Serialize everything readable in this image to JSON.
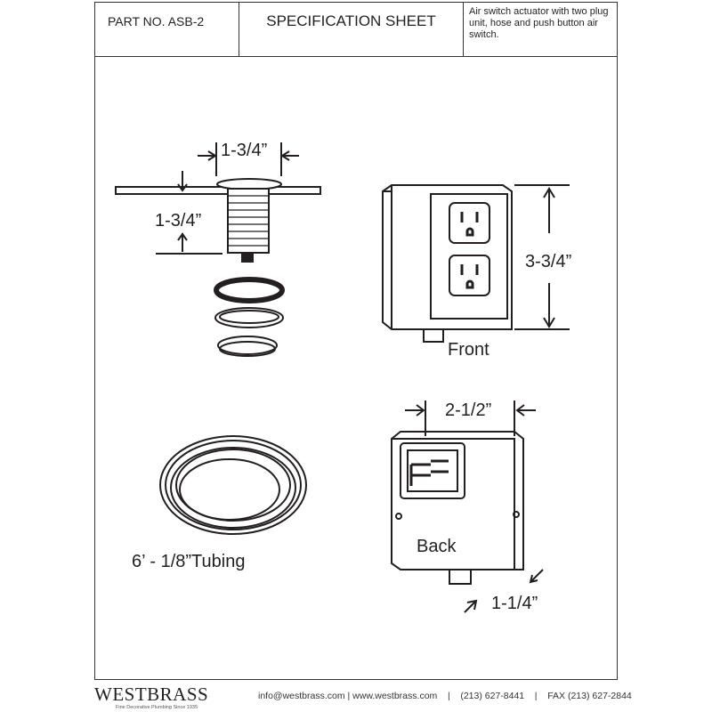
{
  "header": {
    "part_no": "PART NO.  ASB-2",
    "title": "SPECIFICATION SHEET",
    "description": "Air switch actuator with two plug unit, hose and push button air switch."
  },
  "labels": {
    "button_width": "1-3/4”",
    "button_height": "1-3/4”",
    "front_height": "3-3/4”",
    "front": "Front",
    "back_width": "2-1/2”",
    "back": "Back",
    "back_depth": "1-1/4”",
    "tubing": "6’ - 1/8”Tubing"
  },
  "footer": {
    "logo": "WESTBRASS",
    "tagline": "Fine Decorative Plumbing Since 1935",
    "contact": "info@westbrass.com | www.westbrass.com    |    (213) 627-8441    |    FAX (213) 627-2844"
  }
}
